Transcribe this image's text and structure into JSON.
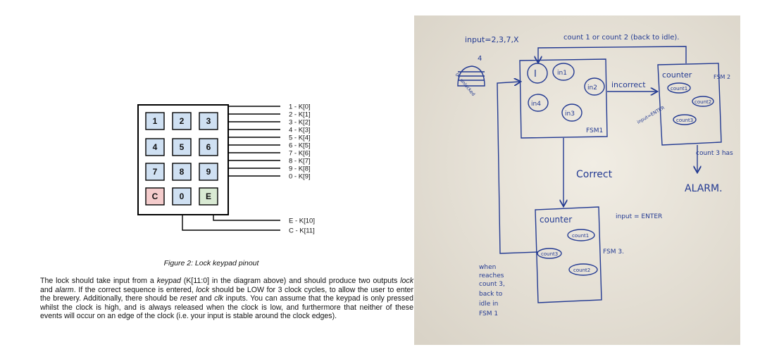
{
  "keypad": {
    "keys": [
      [
        "1",
        "2",
        "3"
      ],
      [
        "4",
        "5",
        "6"
      ],
      [
        "7",
        "8",
        "9"
      ],
      [
        "C",
        "0",
        "E"
      ]
    ],
    "colors": {
      "digit": "#cfe0f2",
      "clear": "#f4cccc",
      "enter": "#d9ead3"
    },
    "pins": [
      "1 - K[0]",
      "2 - K[1]",
      "3 - K[2]",
      "4 - K[3]",
      "5 - K[4]",
      "6 - K[5]",
      "7 - K[6]",
      "8 - K[7]",
      "9 - K[8]",
      "0 - K[9]",
      "E - K[10]",
      "C - K[11]"
    ]
  },
  "caption": "Figure 2: Lock keypad pinout",
  "paragraph": {
    "t1": "The lock should take input from a ",
    "keypad_word": "keypad",
    "t2": " (K[11:0] in the diagram above) and should produce two outputs ",
    "lock_word": "lock",
    "t3": " and ",
    "alarm_word": "alarm",
    "t4": ". If the correct sequence is entered, ",
    "lock_word2": "lock",
    "t5": " should be LOW for 3 clock cycles, to allow the user to enter the brewery. Additionally, there should be ",
    "reset_word": "reset",
    "t6": " and ",
    "clk_word": "clk",
    "t7": " inputs. You can assume that the keypad is only pressed whilst the clock is high, and is always released when the clock is low, and furthermore that neither of these events will occur on an edge of the clock (i.e. your input is stable around the clock edges)."
  },
  "sketch": {
    "paper_color": "#ede8de",
    "ink_color": "#233a92",
    "input_top": "input=2,3,7,X",
    "count_note": "count 1 or count 2 (back to idle).",
    "alarm_counter": "4",
    "state_I": "I",
    "state_in1": "in1",
    "state_in2": "in2",
    "state_in3": "in3",
    "state_in4": "in4",
    "fsm1": "FSM1",
    "incorrect": "incorrect",
    "counter_top": "counter",
    "fsm2": "FSM 2",
    "count1": "count1",
    "count2": "count2",
    "count3": "count3",
    "input_enter_small": "input=ENTER",
    "count3_has": "count 3 has",
    "alarm": "ALARM.",
    "correct": "Correct",
    "counter_bottom": "counter",
    "input_enter": "input = ENTER",
    "fsm3": "FSM 3.",
    "when_note": [
      "when",
      "reaches",
      "count 3,",
      "back to",
      "idle in",
      "FSM 1"
    ],
    "o_unlocked": "0 - unlocked"
  }
}
